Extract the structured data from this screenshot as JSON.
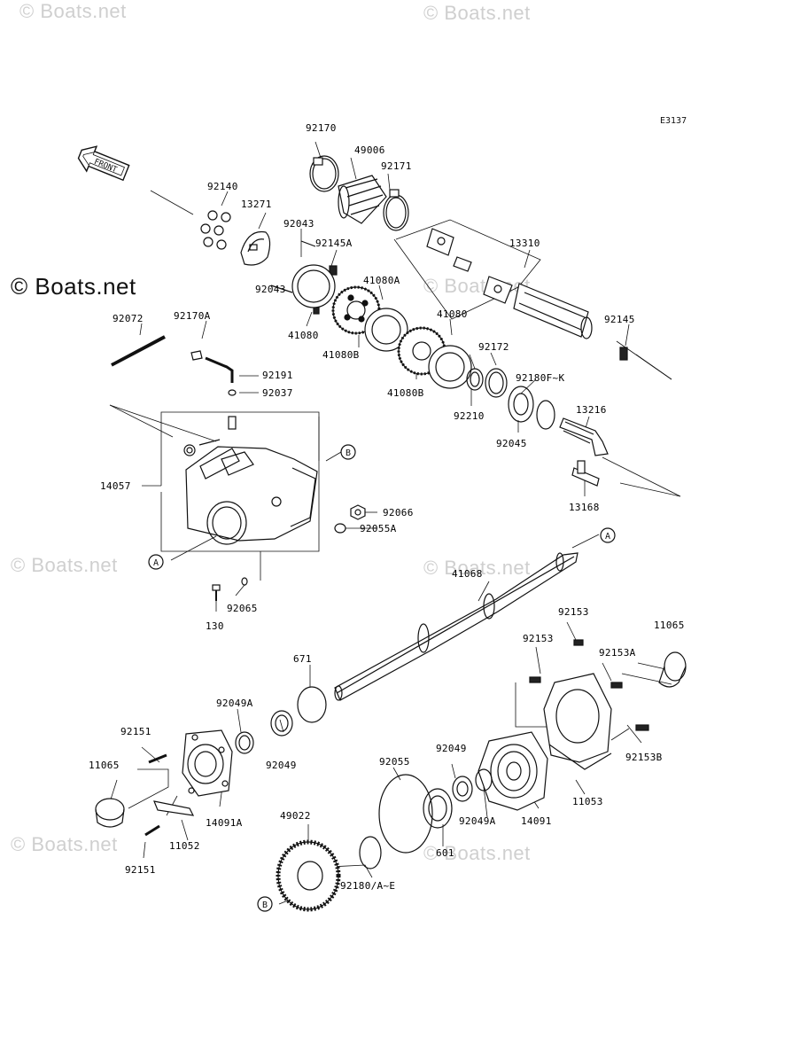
{
  "watermarks": {
    "top_left": "© Boats.net",
    "top_right": "© Boats.net",
    "mid_left": "© Boats.net",
    "mid_right": "© Boats.net",
    "low_left": "© Boats.net",
    "low_right": "© Boats.net",
    "bot_left": "© Boats.net",
    "bot_right": "© Boats.net",
    "dark": "© Boats.net"
  },
  "diagram_code": "E3137",
  "front_arrow_text": "FRONT",
  "callouts": {
    "a": "A",
    "b": "B"
  },
  "parts": {
    "p92170": "92170",
    "p49006": "49006",
    "p92171": "92171",
    "p92140": "92140",
    "p13271": "13271",
    "p92043a": "92043",
    "p92145A": "92145A",
    "p13310": "13310",
    "p41080A": "41080A",
    "p92043b": "92043",
    "p41080a": "41080",
    "p41080B1": "41080B",
    "p41080b": "41080",
    "p92172": "92172",
    "p92145": "92145",
    "p92072": "92072",
    "p92170A": "92170A",
    "p92191": "92191",
    "p92037": "92037",
    "p41080B2": "41080B",
    "p92210": "92210",
    "p92180FK": "92180F~K",
    "p13216": "13216",
    "p92045": "92045",
    "p14057": "14057",
    "p13168": "13168",
    "p92066": "92066",
    "p92055A": "92055A",
    "p41068": "41068",
    "p92065": "92065",
    "p130": "130",
    "p92153a": "92153",
    "p11065a": "11065",
    "p92153b": "92153",
    "p92153A": "92153A",
    "p671": "671",
    "p92049A1": "92049A",
    "p92151a": "92151",
    "p11065b": "11065",
    "p92049a": "92049",
    "p92055": "92055",
    "p92049b": "92049",
    "p92153B": "92153B",
    "p14091A": "14091A",
    "p11052": "11052",
    "p92049A2": "92049A",
    "p14091": "14091",
    "p11053": "11053",
    "p49022": "49022",
    "p601": "601",
    "p92151b": "92151",
    "p92180AE": "92180/A~E"
  }
}
